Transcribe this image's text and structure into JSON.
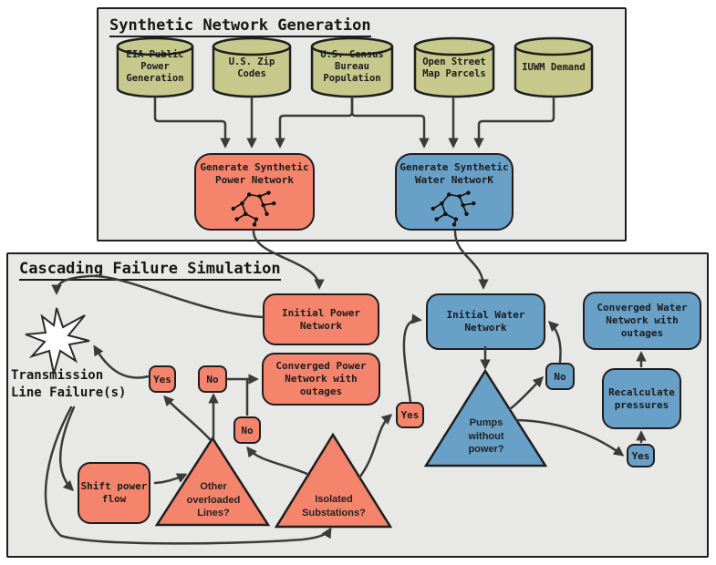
{
  "colors": {
    "power_node": "#F5846C",
    "water_node": "#68A0C8",
    "datastore_node": "#C7C88C",
    "panel_bg": "#E8E8E6",
    "arrow": "#3A3A3A",
    "outline": "#1E1E1E"
  },
  "synthetic": {
    "title": "Synthetic Network Generation",
    "datastores": [
      {
        "label": "EIA Public\nPower\nGeneration"
      },
      {
        "label": "U.S. Zip\nCodes"
      },
      {
        "label": "U.S. Census\nBureau\nPopulation"
      },
      {
        "label": "Open Street\nMap Parcels"
      },
      {
        "label": "IUWM Demand"
      }
    ],
    "power_generator": "Generate Synthetic\nPower Network",
    "water_generator": "Generate Synthetic\nWater NetworK"
  },
  "cascading": {
    "title": "Cascading Failure Simulation",
    "transmission_failure": "Transmission\nLine Failure(s)",
    "initial_power": "Initial Power\nNetwork",
    "converged_power": "Converged Power\nNetwork with\noutages",
    "shift_power": "Shift power\nflow",
    "overloaded_lines": "Other\noverloaded\nLines?",
    "isolated_substations": "Isolated\nSubstations?",
    "initial_water": "Initial Water\nNetwork",
    "pumps": "Pumps\nwithout\npower?",
    "converged_water": "Converged Water\nNetwork with\noutages",
    "recalculate": "Recalculate\npressures",
    "yes": "Yes",
    "no": "No"
  }
}
